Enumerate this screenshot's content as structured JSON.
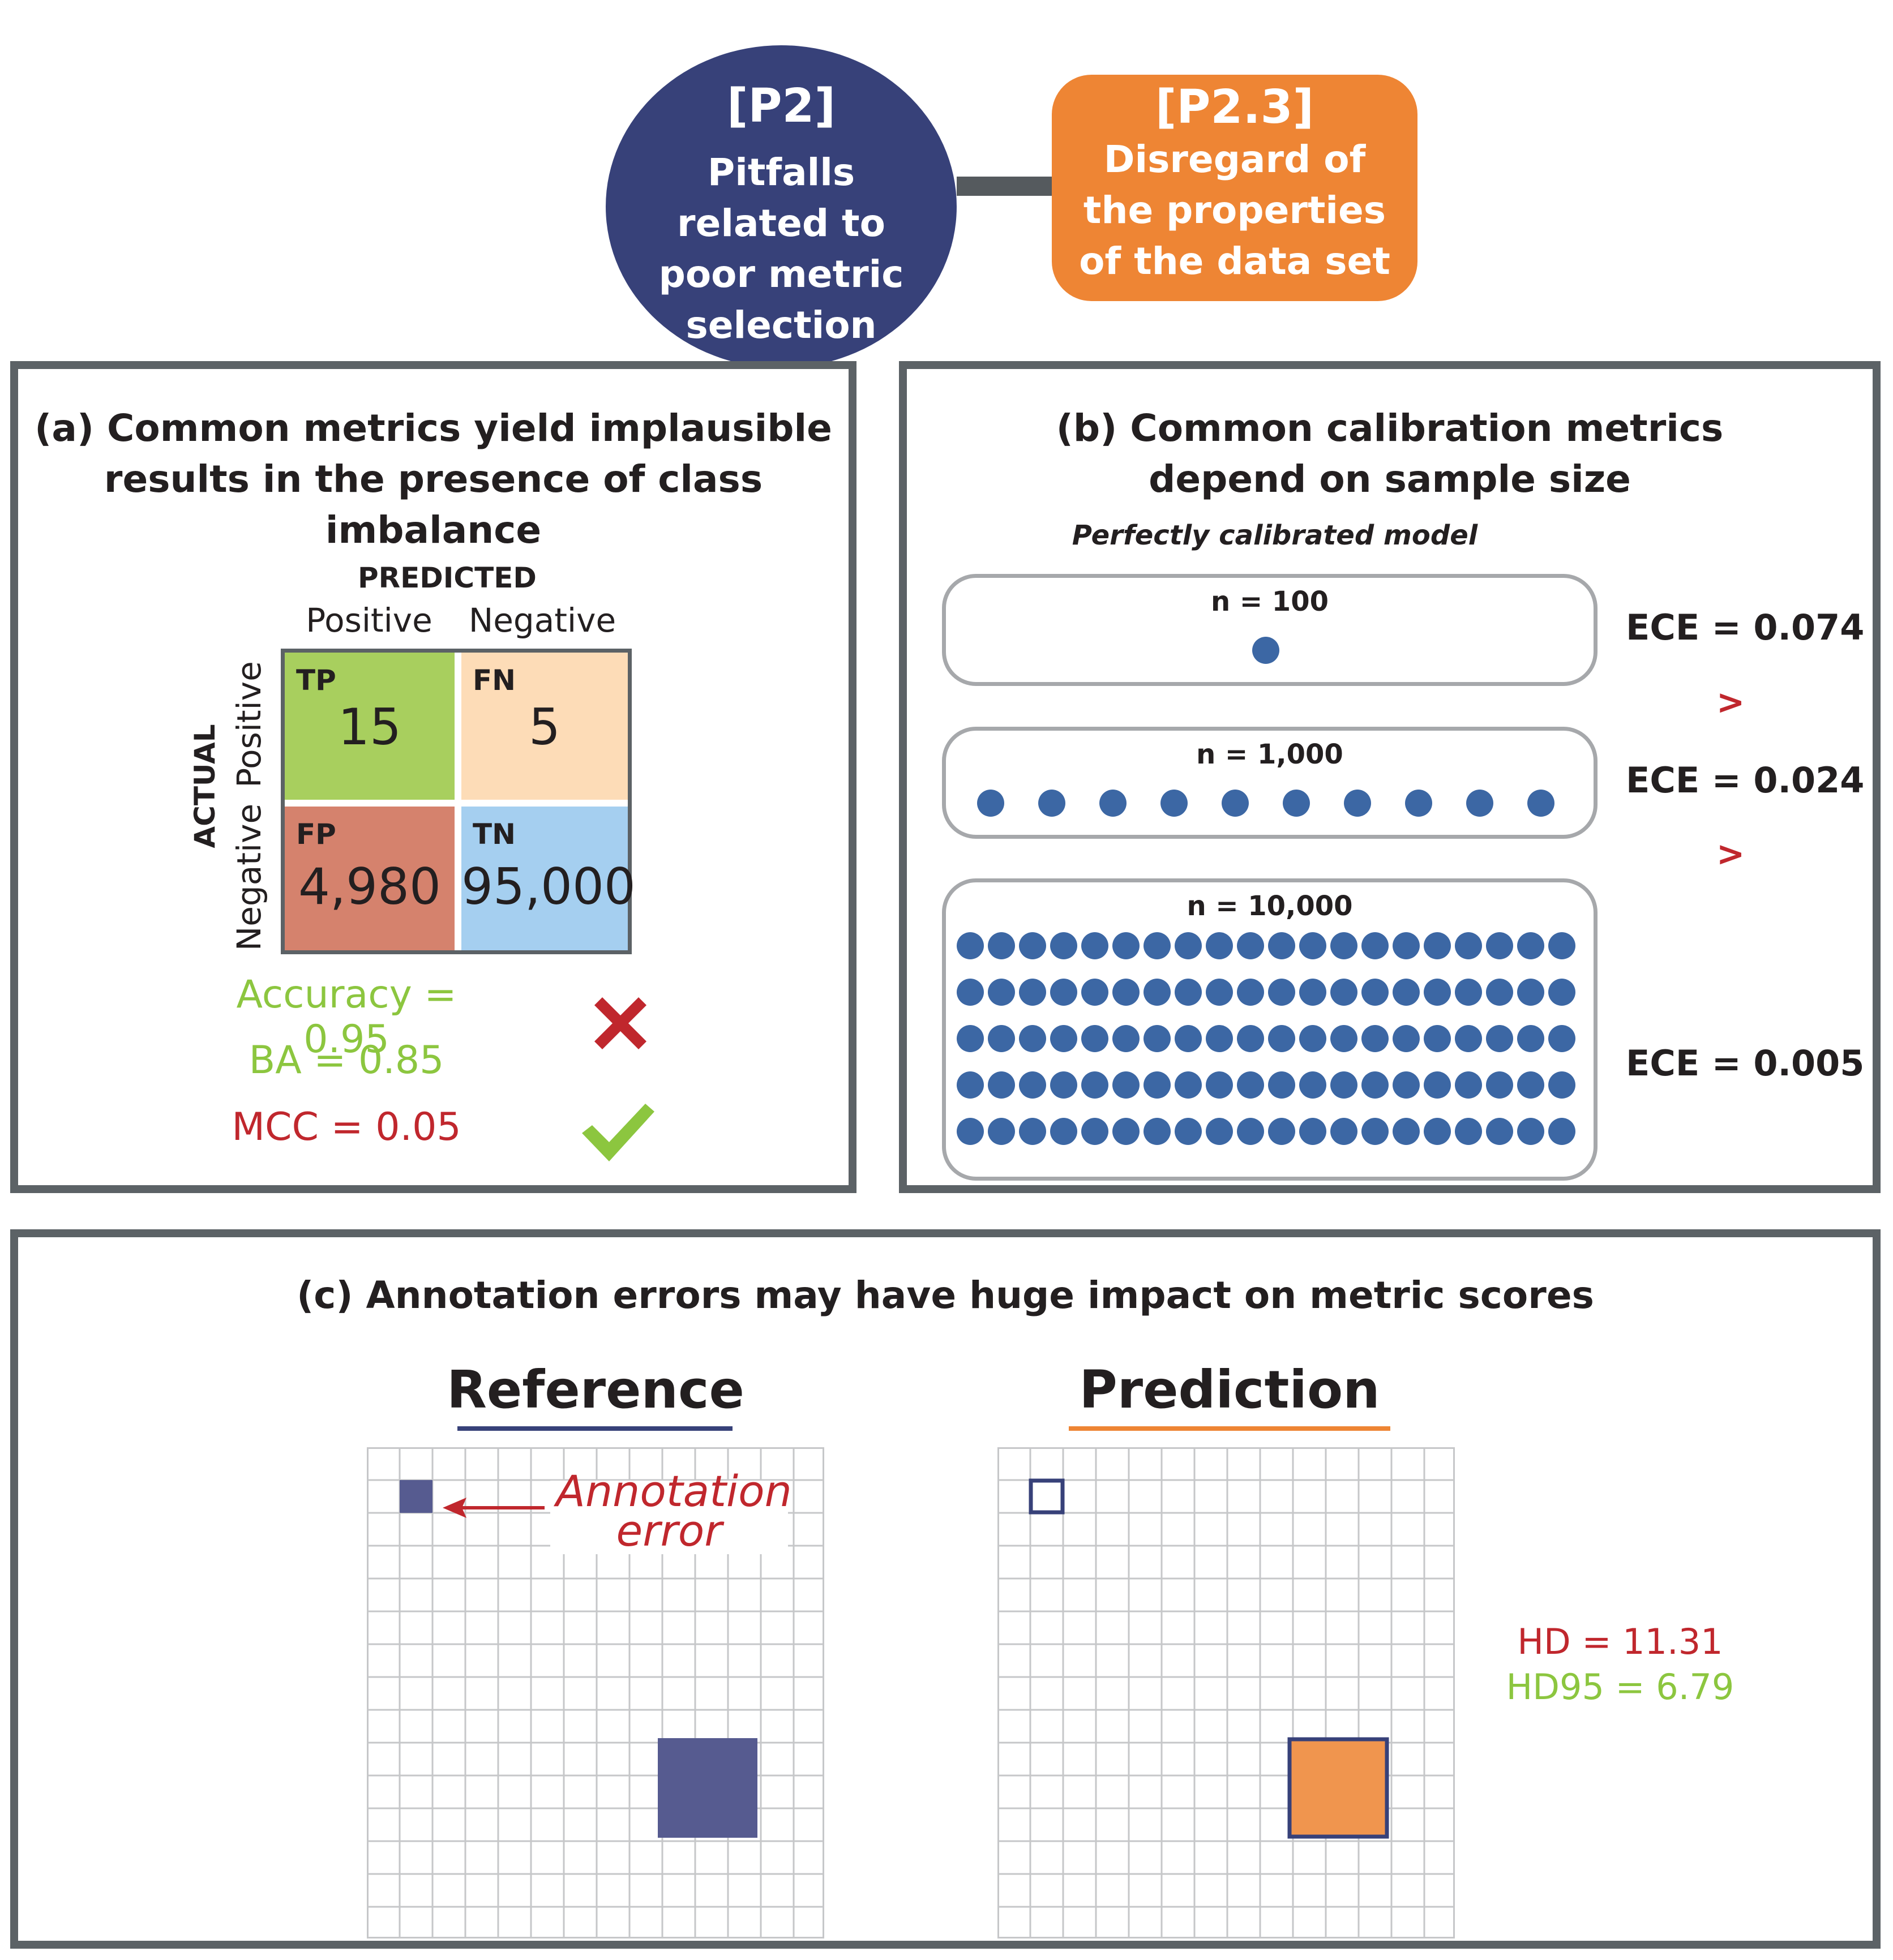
{
  "header": {
    "p2_code": "[P2]",
    "p2_text": "Pitfalls related to poor metric selection",
    "p23_code": "[P2.3]",
    "p23_text": "Disregard of the properties of the data set"
  },
  "colors": {
    "navy": "#374179",
    "orange": "#ee8534",
    "panel_border": "#5c6266",
    "tp": "#a8cf5e",
    "fn": "#fddcb7",
    "fp": "#d5826d",
    "tn": "#a5cff0",
    "green": "#8cc63f",
    "red": "#c0272d",
    "dot": "#3c67a4",
    "ref_fill": "#565b90",
    "pred_fill": "#f0954e"
  },
  "panel_a": {
    "title_line1": "(a) Common metrics yield implausible",
    "title_line2": "results in the presence of class imbalance",
    "predicted": "PREDICTED",
    "actual": "ACTUAL",
    "col_positive": "Positive",
    "col_negative": "Negative",
    "row_positive": "Positive",
    "row_negative": "Negative",
    "cells": [
      {
        "abbr": "TP",
        "value": "15"
      },
      {
        "abbr": "FN",
        "value": "5"
      },
      {
        "abbr": "FP",
        "value": "4,980"
      },
      {
        "abbr": "TN",
        "value": "95,000"
      }
    ],
    "metrics": [
      {
        "text": "Accuracy = 0.95",
        "verdict": "cross"
      },
      {
        "text": "BA = 0.85",
        "verdict": "none"
      },
      {
        "text": "MCC = 0.05",
        "verdict": "check"
      }
    ]
  },
  "panel_b": {
    "title_line1": "(b) Common calibration metrics",
    "title_line2": "depend on sample size",
    "subtitle": "Perfectly calibrated model",
    "samples": [
      {
        "n_label": "n = 100",
        "dots": 1,
        "rows": 1,
        "ece": "ECE = 0.074"
      },
      {
        "n_label": "n = 1,000",
        "dots": 10,
        "rows": 1,
        "ece": "ECE = 0.024"
      },
      {
        "n_label": "n = 10,000",
        "dots": 100,
        "rows": 5,
        "ece": "ECE = 0.005"
      }
    ],
    "comparator": ">"
  },
  "panel_c": {
    "title": "(c) Annotation errors may have huge impact on metric scores",
    "reference_title": "Reference",
    "prediction_title": "Prediction",
    "annotation_line1": "Annotation",
    "annotation_line2": "error",
    "hd": "HD = 11.31",
    "hd95": "HD95 = 6.79"
  }
}
